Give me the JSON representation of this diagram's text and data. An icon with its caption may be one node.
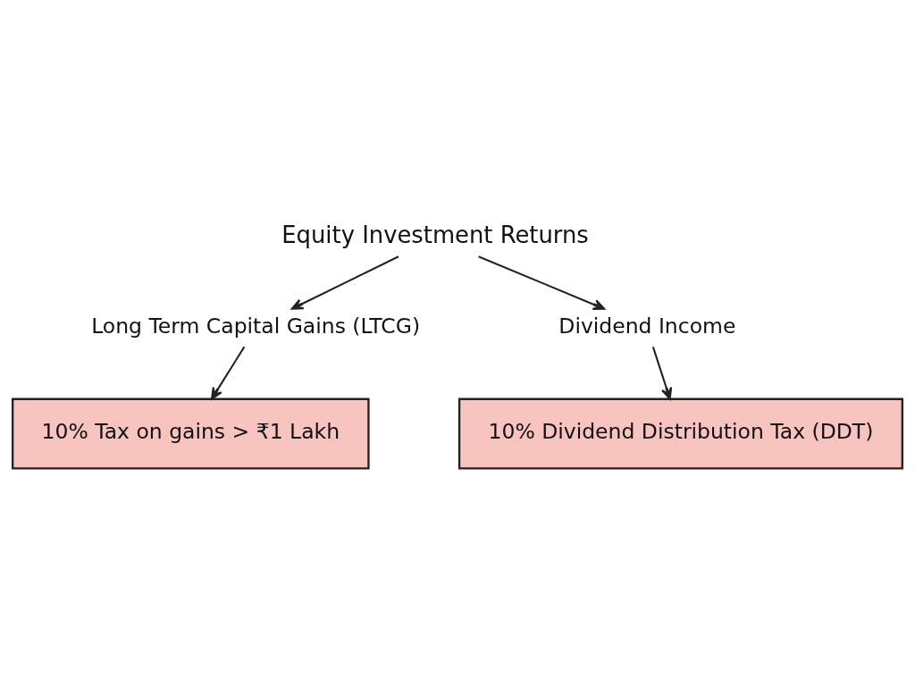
{
  "diagram": {
    "nodes": [
      {
        "text": [
          "Equity Investment Returns"
        ]
      },
      {
        "text": [
          "Long Term Capital Gains (LTCG)"
        ]
      },
      {
        "text": [
          "Dividend Income"
        ]
      },
      {
        "text": [
          "10% Tax on gains > ₹1 Lakh"
        ]
      },
      {
        "text": [
          "10% Dividend Distribution Tax (DDT)"
        ]
      }
    ],
    "edges": [
      {
        "from": 0,
        "to": 1,
        "arrow": "to"
      },
      {
        "from": 0,
        "to": 2,
        "arrow": "to"
      },
      {
        "from": 1,
        "to": 3,
        "arrow": "to"
      },
      {
        "from": 2,
        "to": 4,
        "arrow": "to"
      }
    ]
  }
}
